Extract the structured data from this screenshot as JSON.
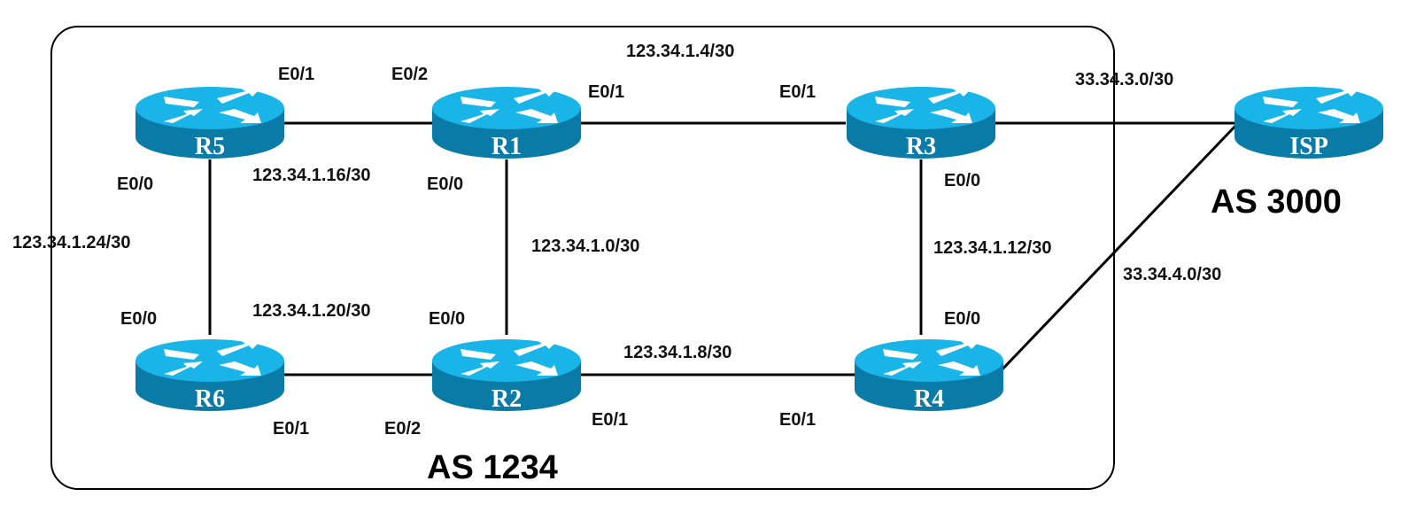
{
  "colors": {
    "router_top": "#19b5e8",
    "router_body": "#0a7aa6",
    "link": "#000000"
  },
  "areas": {
    "as_internal": "AS 1234",
    "as_external": "AS 3000"
  },
  "routers": [
    {
      "id": "R5",
      "label": "R5",
      "icon": "router-icon"
    },
    {
      "id": "R1",
      "label": "R1",
      "icon": "router-icon"
    },
    {
      "id": "R3",
      "label": "R3",
      "icon": "router-icon"
    },
    {
      "id": "ISP",
      "label": "ISP",
      "icon": "router-icon"
    },
    {
      "id": "R6",
      "label": "R6",
      "icon": "router-icon"
    },
    {
      "id": "R2",
      "label": "R2",
      "icon": "router-icon"
    },
    {
      "id": "R4",
      "label": "R4",
      "icon": "router-icon"
    }
  ],
  "subnets": {
    "r1_r3": "123.34.1.4/30",
    "r3_isp": "33.34.3.0/30",
    "r5_r1": "123.34.1.16/30",
    "r5_r6": "123.34.1.24/30",
    "r1_r2": "123.34.1.0/30",
    "r3_r4": "123.34.1.12/30",
    "r4_isp": "33.34.4.0/30",
    "r6_r2": "123.34.1.20/30",
    "r2_r4": "123.34.1.8/30"
  },
  "interfaces": {
    "r5_e01": "E0/1",
    "r1_e02": "E0/2",
    "r1_e01": "E0/1",
    "r3_e01": "E0/1",
    "r5_e00": "E0/0",
    "r1_e00": "E0/0",
    "r3_e00": "E0/0",
    "r6_e00": "E0/0",
    "r2_e00": "E0/0",
    "r4_e00": "E0/0",
    "r6_e01": "E0/1",
    "r2_e02": "E0/2",
    "r2_e01": "E0/1",
    "r4_e01": "E0/1"
  }
}
